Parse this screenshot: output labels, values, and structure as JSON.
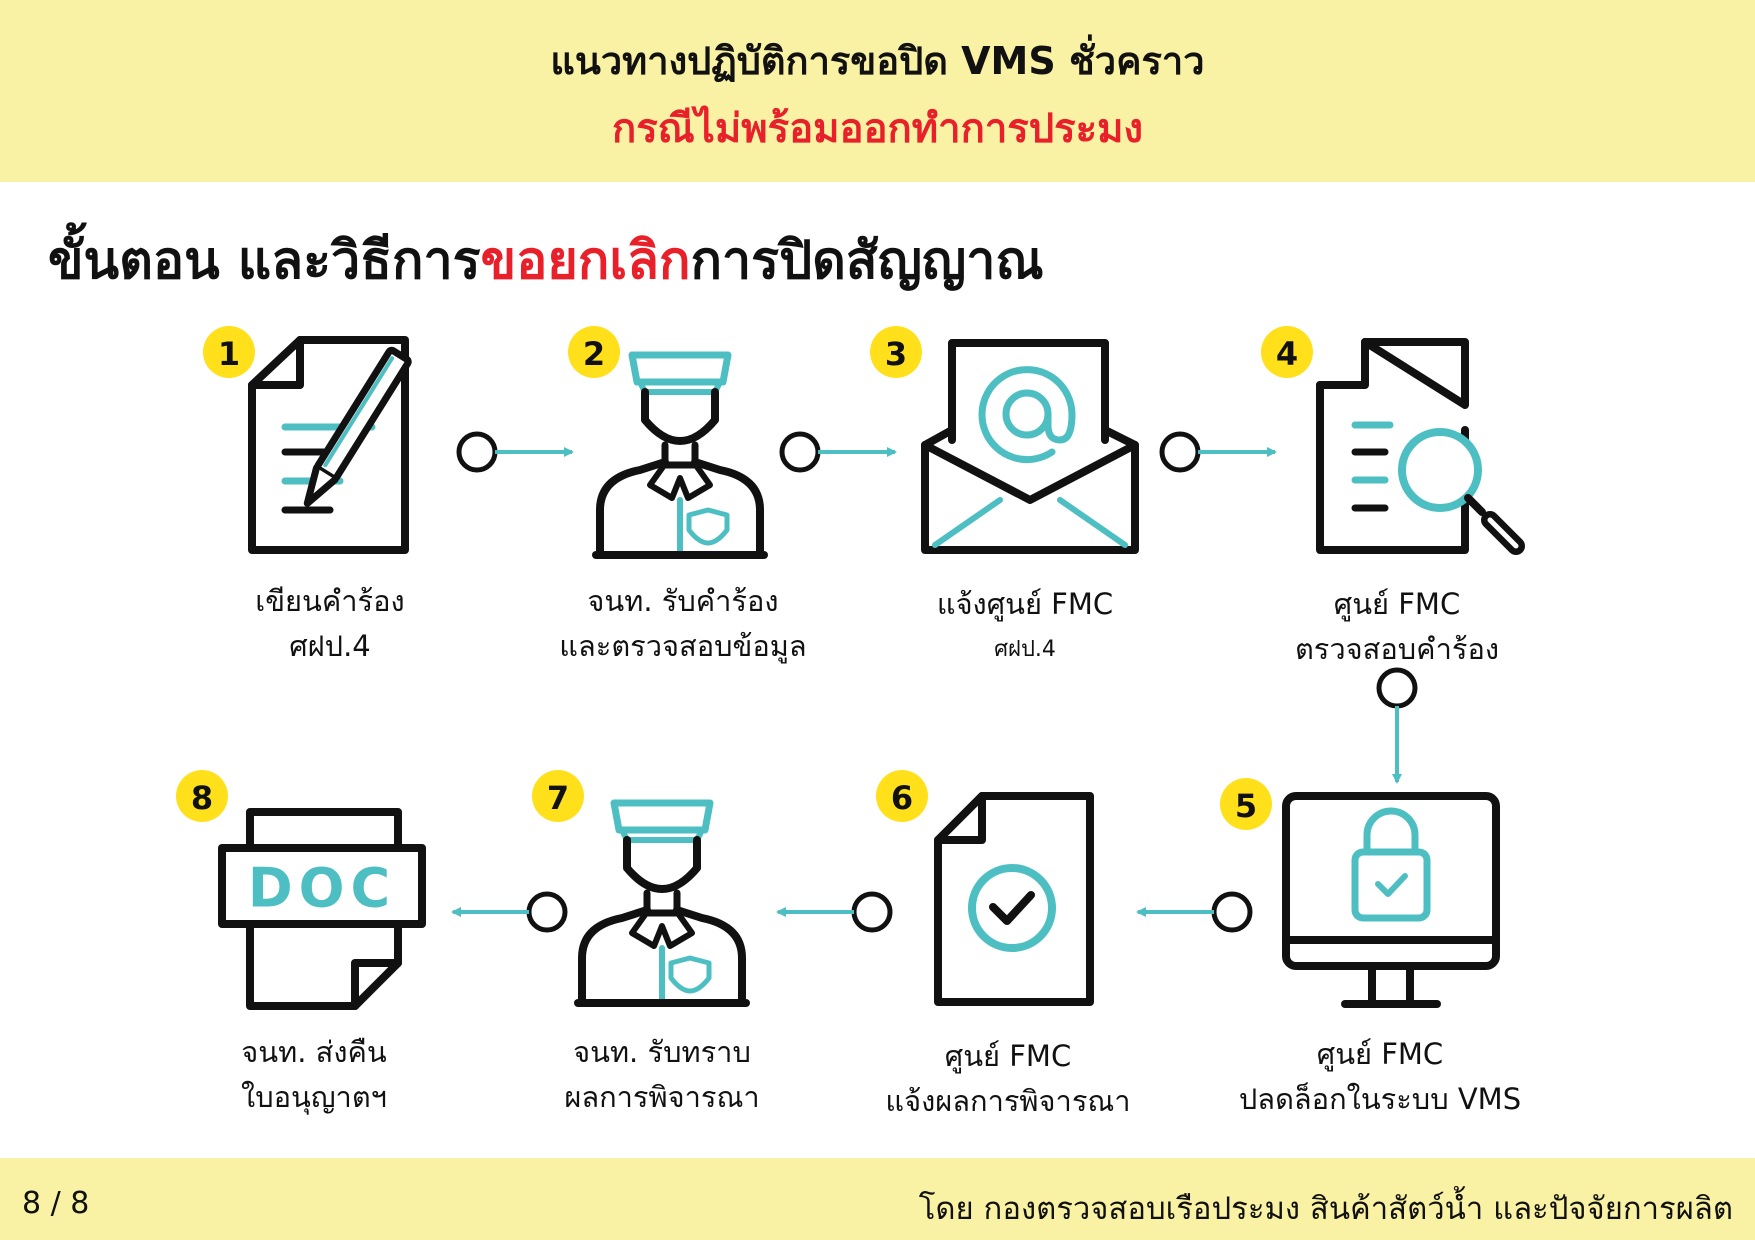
{
  "header": {
    "title": "แนวทางปฏิบัติการขอปิด VMS ชั่วคราว",
    "subtitle": "กรณีไม่พร้อมออกทำการประมง"
  },
  "heading": {
    "part1": "ขั้นตอน และวิธีการ",
    "part2_highlight": "ขอยกเลิก",
    "part3": "การปิดสัญญาณ"
  },
  "steps": [
    {
      "number": "1",
      "line1": "เขียนคำร้อง",
      "line2": "ศฝป.4",
      "icon": "document-pen-icon"
    },
    {
      "number": "2",
      "line1": "จนท. รับคำร้อง",
      "line2": "และตรวจสอบข้อมูล",
      "icon": "officer-icon"
    },
    {
      "number": "3",
      "line1": "แจ้งศูนย์ FMC",
      "line2": "ศฝป.4",
      "icon": "email-envelope-icon"
    },
    {
      "number": "4",
      "line1": "ศูนย์ FMC",
      "line2": "ตรวจสอบคำร้อง",
      "icon": "document-search-icon"
    },
    {
      "number": "5",
      "line1": "ศูนย์ FMC",
      "line2": "ปลดล็อกในระบบ VMS",
      "icon": "monitor-lock-icon"
    },
    {
      "number": "6",
      "line1": "ศูนย์ FMC",
      "line2": "แจ้งผลการพิจารณา",
      "icon": "document-check-icon"
    },
    {
      "number": "7",
      "line1": "จนท. รับทราบ",
      "line2": "ผลการพิจารณา",
      "icon": "officer-icon"
    },
    {
      "number": "8",
      "line1": "จนท. ส่งคืน",
      "line2": "ใบอนุญาตฯ",
      "icon": "doc-file-icon"
    }
  ],
  "doc_icon_text": "DOC",
  "footer": {
    "page": "8 / 8",
    "byline": "โดย กองตรวจสอบเรือประมง สินค้าสัตว์น้ำ และปัจจัยการผลิต"
  },
  "colors": {
    "band": "#f9f1a3",
    "accent_red": "#e8202a",
    "teal": "#4dbfc3",
    "badge": "#ffe01b"
  }
}
